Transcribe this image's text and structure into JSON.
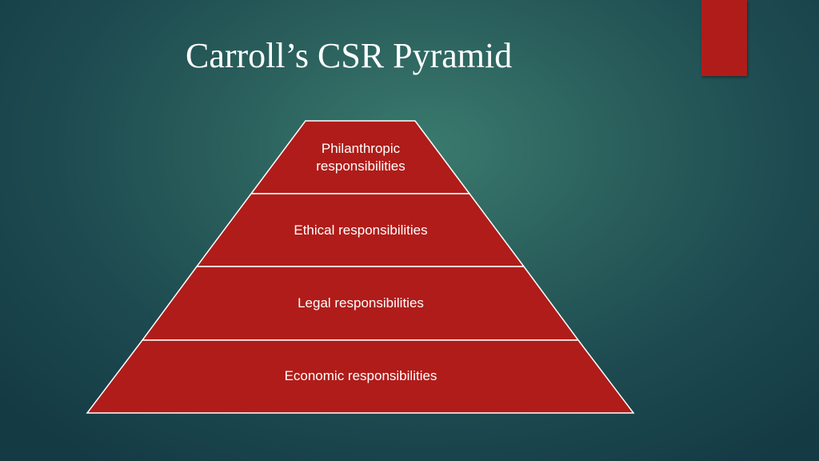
{
  "slide": {
    "title": "Carroll’s CSR Pyramid"
  },
  "pyramid": {
    "fill_color": "#b01c19",
    "outline_color": "#ffffff",
    "tiers": [
      {
        "lines": [
          "Philanthropic",
          "responsibilities"
        ]
      },
      {
        "lines": [
          "Ethical responsibilities"
        ]
      },
      {
        "lines": [
          "Legal responsibilities"
        ]
      },
      {
        "lines": [
          "Economic responsibilities"
        ]
      }
    ]
  }
}
